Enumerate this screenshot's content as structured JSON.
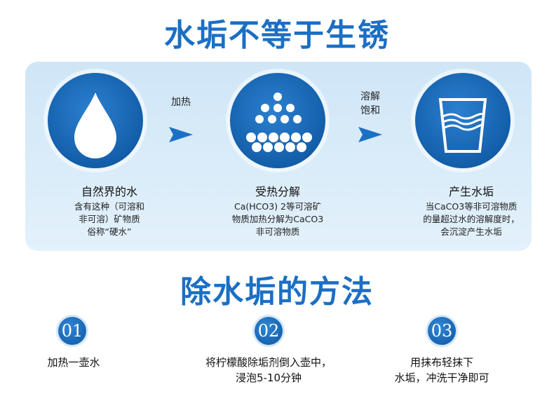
{
  "title": "水垢不等于生锈",
  "steps": [
    {
      "title": "自然界的水",
      "desc": [
        "含有这种（可溶和",
        "非可溶）矿物质",
        "俗称“硬水”"
      ],
      "icon": "water-drop-icon"
    },
    {
      "title": "受热分解",
      "desc": [
        "Ca(HCO3) 2等可溶矿",
        "物质加热分解为CaCO3",
        "非可溶物质"
      ],
      "icon": "particles-icon"
    },
    {
      "title": "产生水垢",
      "desc": [
        "当CaCO3等非可溶物质",
        "的量超过水的溶解度时，",
        "会沉淀产生水垢"
      ],
      "icon": "water-glass-icon"
    }
  ],
  "arrows": [
    {
      "label": [
        "加热"
      ]
    },
    {
      "label": [
        "溶解",
        "饱和"
      ]
    }
  ],
  "subtitle": "除水垢的方法",
  "methods": [
    {
      "num": "01",
      "text": [
        "加热一壶水"
      ]
    },
    {
      "num": "02",
      "text": [
        "将柠檬酸除垢剂倒入壶中，",
        "浸泡5-10分钟"
      ]
    },
    {
      "num": "03",
      "text": [
        "用抹布轻抹下",
        "水垢，冲洗干净即可"
      ]
    }
  ],
  "colors": {
    "primary": "#1b6fc4",
    "panel": "#d8ebf8"
  }
}
